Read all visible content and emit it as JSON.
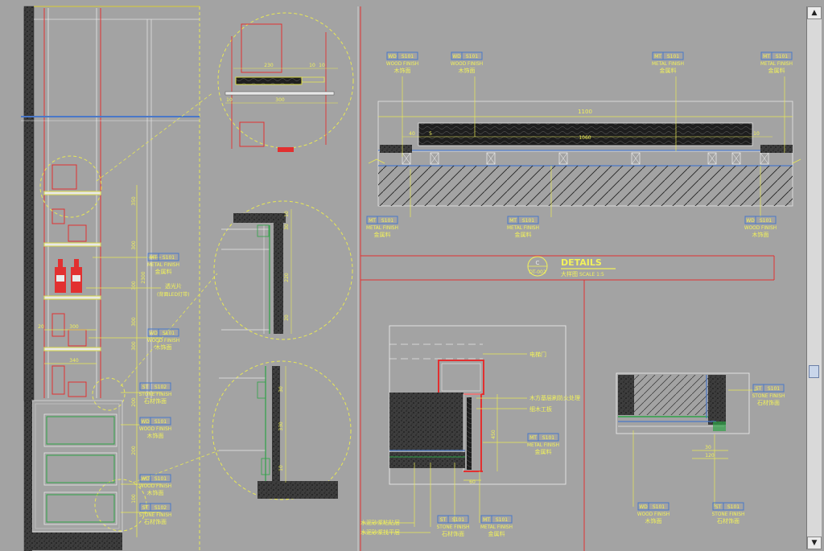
{
  "detail_title": {
    "title": "DETAILS",
    "subtitle": "大样图",
    "scale_label": "SCALE 1:5",
    "marker_top": "C",
    "marker_bottom": "DT-002"
  },
  "tags": {
    "mt_s101": {
      "code": "MT",
      "num": "S101",
      "en": "METAL FINISH",
      "cn": "金属料"
    },
    "wd_s101": {
      "code": "WD",
      "num": "S101",
      "en": "WOOD FINISH",
      "cn": "木饰面"
    },
    "st_s101": {
      "code": "ST",
      "num": "S101",
      "en": "STONE FINISH",
      "cn": "石材饰面"
    },
    "st_s102": {
      "code": "ST",
      "num": "S102",
      "en": "STONE FINISH",
      "cn": "石材饰面"
    }
  },
  "notes": {
    "led": "透光片",
    "led_sub": "(背面LED灯带)",
    "door": "电梯门",
    "wood_base": "木方基层刷防火处理",
    "board": "细木工板",
    "cement_1": "水泥砂浆粘贴层",
    "cement_2": "水泥砂浆找平层"
  },
  "dims": {
    "top_total": "1100",
    "top_mid": "1060",
    "top_5": "5",
    "top_40": "40",
    "top_10": "10",
    "c1_230": "230",
    "c1_300": "300",
    "c1_10a": "10",
    "c1_10b": "10",
    "c1_10c": "10",
    "c2_10": "10",
    "c2_30": "30",
    "c2_220": "220",
    "c2_20": "20",
    "c3_30": "30",
    "c3_330": "330",
    "c3_10": "10",
    "el_300": "300",
    "el_340": "340",
    "el_20": "20",
    "el_v": [
      "350",
      "300",
      "300",
      "300",
      "300",
      "2300",
      "200",
      "200",
      "100"
    ],
    "b1_450": "450",
    "b1_60": "60",
    "b2_30": "30",
    "b2_120": "120"
  }
}
